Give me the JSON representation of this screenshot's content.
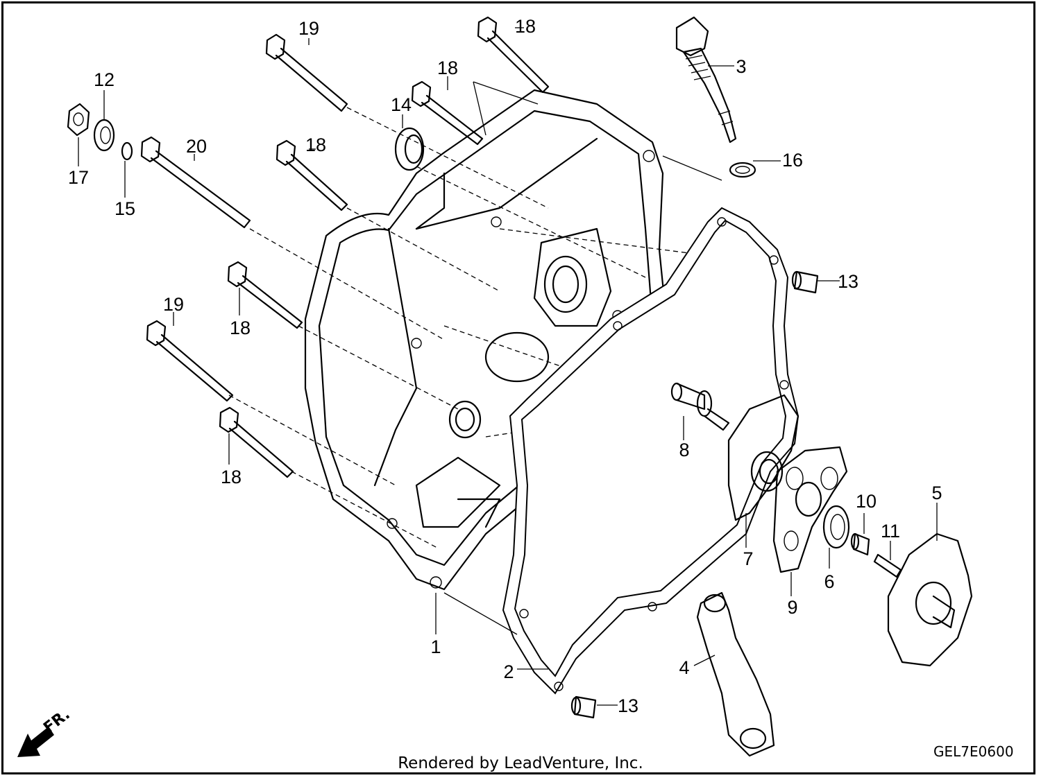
{
  "callouts": [
    {
      "id": "c1",
      "text": "1"
    },
    {
      "id": "c2",
      "text": "2"
    },
    {
      "id": "c3",
      "text": "3"
    },
    {
      "id": "c4",
      "text": "4"
    },
    {
      "id": "c5",
      "text": "5"
    },
    {
      "id": "c6",
      "text": "6"
    },
    {
      "id": "c7",
      "text": "7"
    },
    {
      "id": "c8",
      "text": "8"
    },
    {
      "id": "c9",
      "text": "9"
    },
    {
      "id": "c10",
      "text": "10"
    },
    {
      "id": "c11",
      "text": "11"
    },
    {
      "id": "c12",
      "text": "12"
    },
    {
      "id": "c13a",
      "text": "13"
    },
    {
      "id": "c13b",
      "text": "13"
    },
    {
      "id": "c14",
      "text": "14"
    },
    {
      "id": "c15",
      "text": "15"
    },
    {
      "id": "c16",
      "text": "16"
    },
    {
      "id": "c17",
      "text": "17"
    },
    {
      "id": "c18a",
      "text": "18"
    },
    {
      "id": "c18b",
      "text": "18"
    },
    {
      "id": "c18c",
      "text": "18"
    },
    {
      "id": "c18d",
      "text": "18"
    },
    {
      "id": "c18e",
      "text": "18"
    },
    {
      "id": "c19a",
      "text": "19"
    },
    {
      "id": "c19b",
      "text": "19"
    },
    {
      "id": "c20",
      "text": "20"
    }
  ],
  "direction_label": "FR.",
  "footer_text": "Rendered by LeadVenture, Inc.",
  "diagram_code": "GEL7E0600"
}
